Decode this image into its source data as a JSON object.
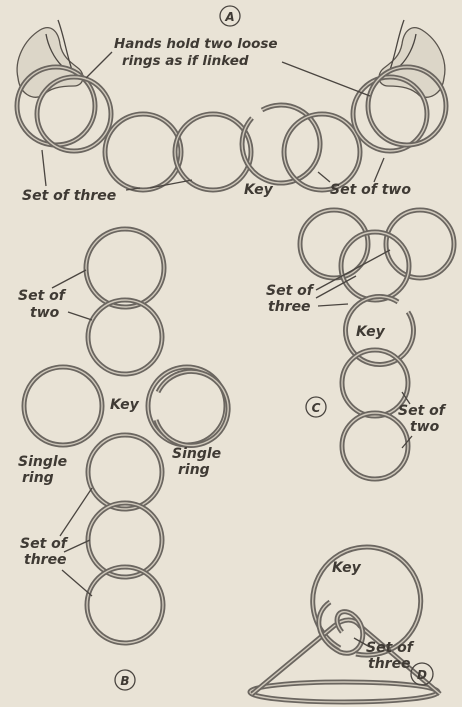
{
  "panels": {
    "a": {
      "letter": "A",
      "annotation_line1": "Hands hold two loose",
      "annotation_line2": "rings as if linked",
      "set_three": "Set of three",
      "key": "Key",
      "set_two": "Set of two"
    },
    "b": {
      "letter": "B",
      "set_two_l1": "Set of",
      "set_two_l2": "two",
      "key": "Key",
      "single_left_l1": "Single",
      "single_left_l2": "ring",
      "single_right_l1": "Single",
      "single_right_l2": "ring",
      "set_three_l1": "Set of",
      "set_three_l2": "three"
    },
    "c": {
      "letter": "C",
      "set_three_l1": "Set of",
      "set_three_l2": "three",
      "key": "Key",
      "set_two_l1": "Set of",
      "set_two_l2": "two"
    },
    "d": {
      "letter": "D",
      "key": "Key",
      "set_three_l1": "Set of",
      "set_three_l2": "three"
    }
  }
}
